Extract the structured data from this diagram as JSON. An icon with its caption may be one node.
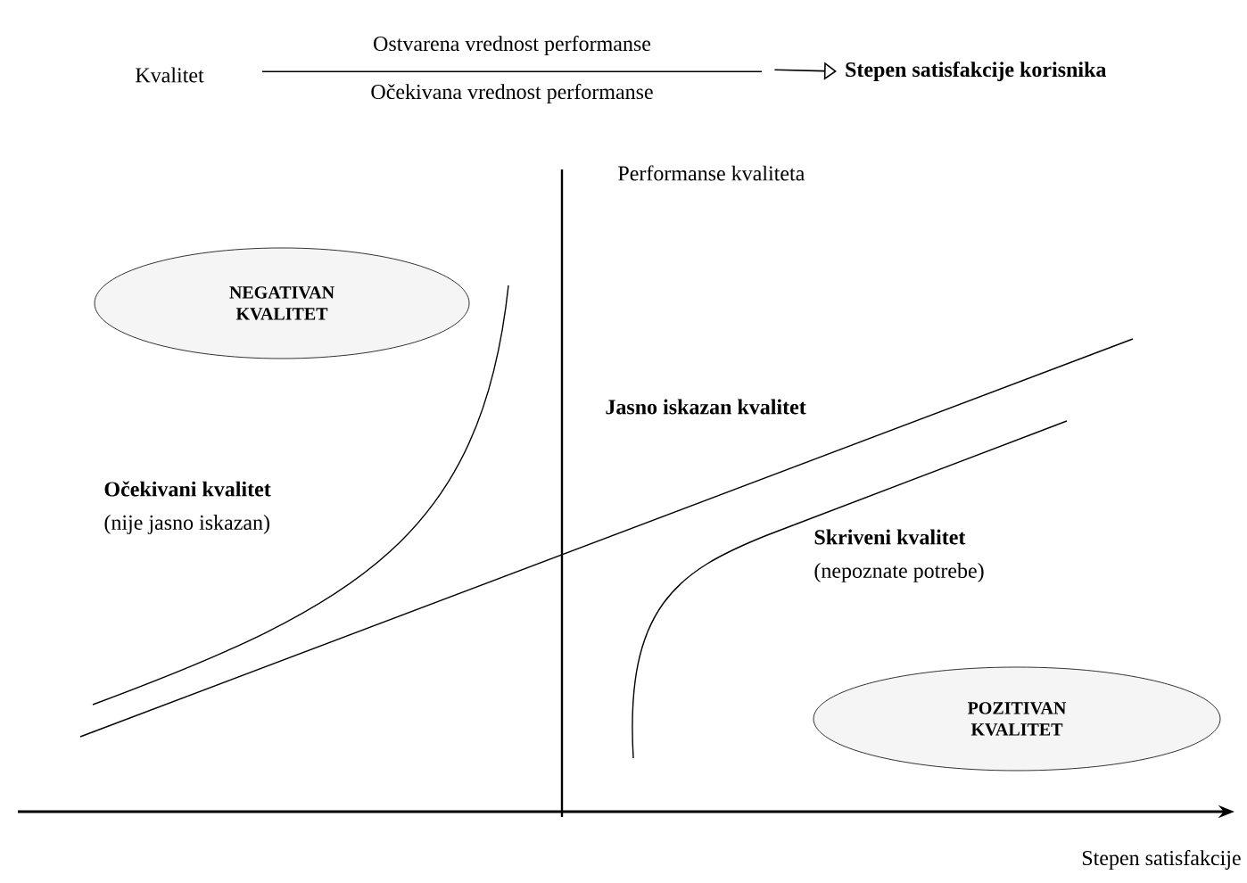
{
  "diagram": {
    "nodes": [
      {
        "text": [
          "Ostvarena vrednost performanse",
          "Očekivana vrednost performanse"
        ]
      },
      {
        "text": [
          "Stepen satisfakcije korisnika"
        ]
      },
      {
        "text": [
          "NEGATIVAN KVALITET"
        ]
      },
      {
        "text": [
          "POZITIVAN KVALITET"
        ]
      }
    ],
    "edges": [
      {
        "from": 0,
        "to": 1,
        "arrow": "to"
      }
    ],
    "labels": [
      "Kvalitet",
      "Performanse kvaliteta",
      "Jasno iskazan kvalitet",
      "Očekivani kvalitet",
      "(nije jasno iskazan)",
      "Skriveni kvalitet",
      "(nepoznate potrebe)",
      "Stepen satisfakcije"
    ]
  }
}
